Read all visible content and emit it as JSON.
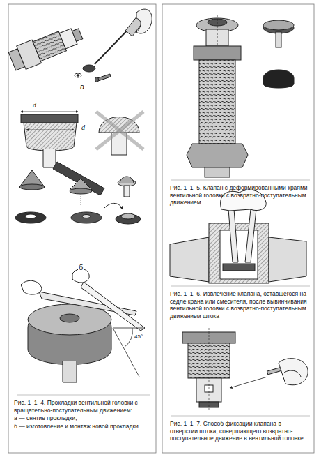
{
  "diagram": {
    "labels": [
      "а",
      "d",
      "d",
      "б",
      "45°",
      "Рис. 1–1–4. Прокладки вентильной головки с вращательно-поступательным движением:",
      "а — снятие прокладки;",
      "б — изготовление и монтаж новой прокладки",
      "Рис. 1–1–5. Клапан с деформированными краями вентильной головки с возвратно-поступательным движением",
      "Рис. 1–1–6. Извлечение клапана, оставшегося на седле крана или смесителя, после вывинчивания вентильной головки с возвратно-поступательным движением штока",
      "Рис. 1–1–7. Способ фиксации клапана в отверстии штока, совершающего возвратно-поступательное движение в вентильной головке"
    ]
  }
}
